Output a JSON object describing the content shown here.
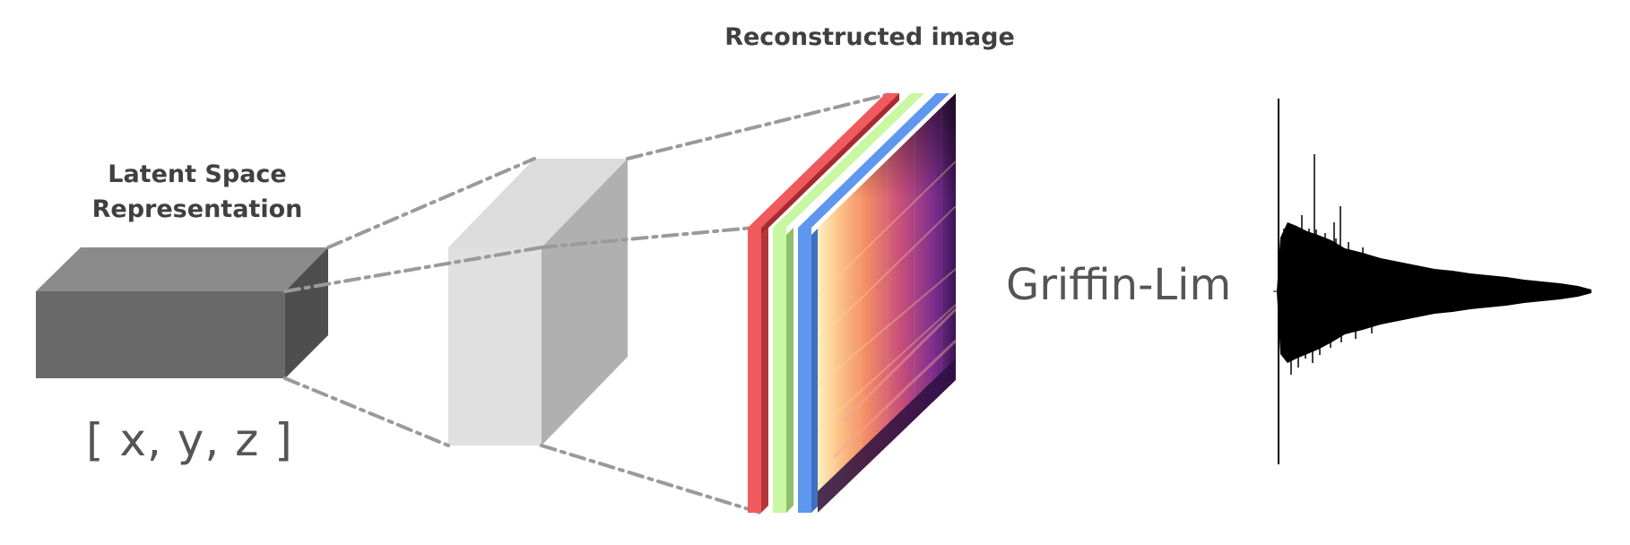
{
  "title": "Reconstructed image",
  "latent_space": {
    "label": "Latent Space\nRepresentation",
    "vector": "[ x, y, z ]"
  },
  "method": "Griffin-Lim",
  "colors": {
    "latent_block_front": "#696969",
    "latent_block_top": "#8a8a8a",
    "latent_block_side": "#4e4e4e",
    "decoder_front": "#e0e0e0",
    "decoder_top": "#d6d6d6",
    "decoder_side": "#b0b0b0",
    "channel_red": "#f05a5d",
    "channel_green": "#c9f7a2",
    "channel_blue": "#5f97ef",
    "dash_lines": "#9a9a9a",
    "waveform": "#000000"
  },
  "icons": [
    "latent-cube",
    "decoder-block",
    "rgb-channel-stack",
    "spectrogram",
    "waveform"
  ]
}
